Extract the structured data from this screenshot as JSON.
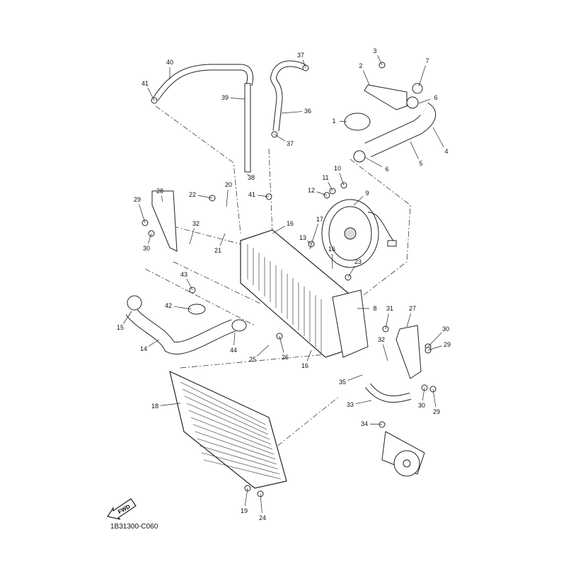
{
  "diagram_code": "1B31300-C060",
  "fwd_mark": "FWD",
  "part_labels": [
    "40",
    "41",
    "39",
    "37",
    "36",
    "37",
    "3",
    "2",
    "7",
    "6",
    "1",
    "4",
    "5",
    "6",
    "10",
    "11",
    "38",
    "12",
    "9",
    "41",
    "22",
    "20",
    "28",
    "29",
    "32",
    "30",
    "16",
    "17",
    "13",
    "21",
    "16",
    "23",
    "43",
    "42",
    "8",
    "31",
    "27",
    "30",
    "15",
    "14",
    "44",
    "25",
    "26",
    "32",
    "29",
    "16",
    "35",
    "33",
    "30",
    "29",
    "18",
    "34",
    "19",
    "24"
  ],
  "colors": {
    "line": "#222222",
    "fill": "#ffffff",
    "shade": "#cfcfcf"
  }
}
